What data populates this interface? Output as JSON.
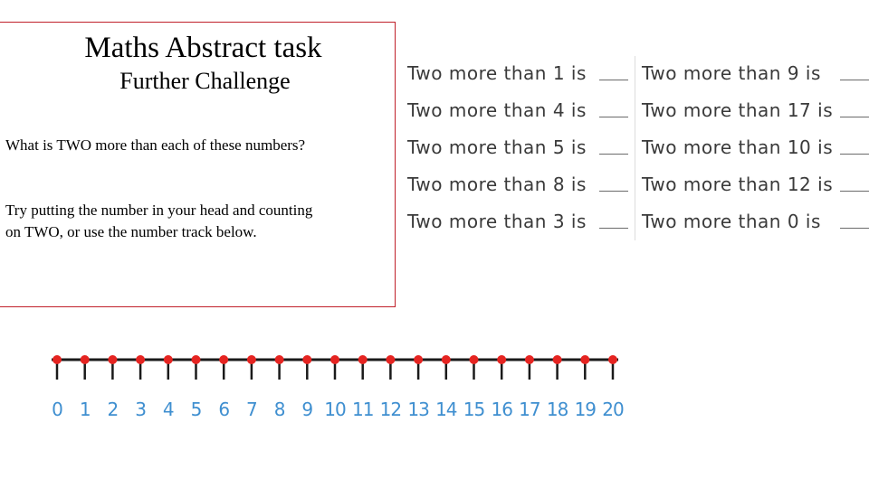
{
  "task": {
    "title": "Maths Abstract task",
    "subtitle": "Further Challenge",
    "paragraph1": "What is TWO more than each of these numbers?",
    "paragraph2": "Try putting the number in your head and counting on TWO, or use the number track below."
  },
  "questions": {
    "rows": [
      {
        "left": "Two more than 1 is",
        "right": "Two more than 9 is"
      },
      {
        "left": "Two more than 4 is",
        "right": "Two more than 17 is"
      },
      {
        "left": "Two more than 5 is",
        "right": "Two more than 10 is"
      },
      {
        "left": "Two more than 8 is",
        "right": "Two more than 12 is"
      },
      {
        "left": "Two more than 3 is",
        "right": "Two more than 0 is"
      }
    ]
  },
  "number_track": {
    "labels": [
      "0",
      "1",
      "2",
      "3",
      "4",
      "5",
      "6",
      "7",
      "8",
      "9",
      "10",
      "11",
      "12",
      "13",
      "14",
      "15",
      "16",
      "17",
      "18",
      "19",
      "20"
    ],
    "colors": {
      "line": "#1a1a1a",
      "dot": "#e52421",
      "label": "#3f8fd0"
    }
  }
}
